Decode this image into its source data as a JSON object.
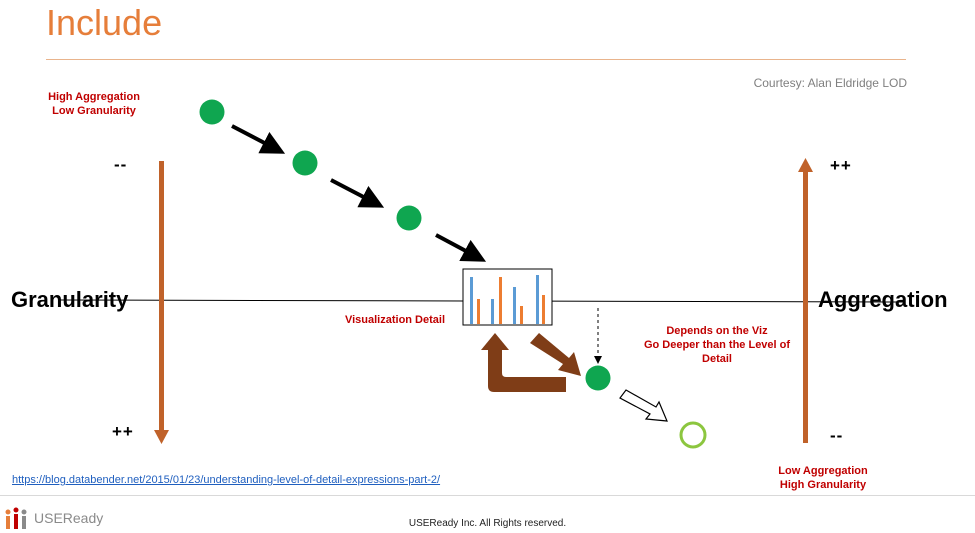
{
  "title": "Include",
  "courtesy": "Courtesy: Alan Eldridge LOD",
  "labels": {
    "top_left": [
      "High Aggregation",
      "Low Granularity"
    ],
    "bottom_right": [
      "Low Aggregation",
      "High Granularity"
    ],
    "viz_detail": "Visualization Detail",
    "depends": [
      "Depends on the Viz",
      "Go Deeper than the Level of",
      "Detail"
    ]
  },
  "axes": {
    "left_word": "Granularity",
    "right_word": "Aggregation",
    "left_top_sign": "--",
    "left_bottom_sign": "++",
    "right_top_sign": "++",
    "right_bottom_sign": "--"
  },
  "url": "https://blog.databender.net/2015/01/23/understanding-level-of-detail-expressions-part-2/",
  "footer": {
    "copyright": "USEReady Inc. All Rights reserved.",
    "logo_text": "USEReady"
  },
  "colors": {
    "title": "#e67e3a",
    "dot": "#0fa650",
    "arrow_brown": "#c0622a",
    "curved_arrow": "#7f3d17",
    "red_text": "#c00000",
    "bar_blue": "#5b9bd5",
    "bar_orange": "#ed7d31",
    "hollow_dot": "#8cc63f"
  },
  "icons": [
    "arrow-icon",
    "curved-arrow-icon",
    "bar-chart-icon",
    "logo-icon"
  ]
}
